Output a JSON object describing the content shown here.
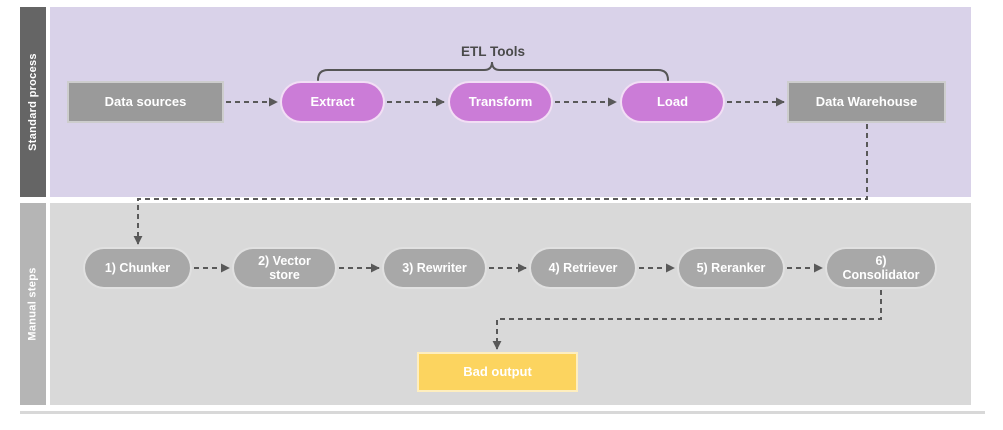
{
  "colors": {
    "lane1_bg": "#d9d2e9",
    "lane1_label_bg": "#656565",
    "lane2_bg": "#d9d9d9",
    "lane2_label_bg": "#b5b5b5",
    "etl_pill": "#cb7cd7",
    "gray_node": "#9a9a9a",
    "manual_pill": "#a8a8a8",
    "bad_output_bg": "#fcd45f",
    "connector": "#595959"
  },
  "diagram": {
    "lanes": [
      {
        "label": "Standard process"
      },
      {
        "label": "Manual steps"
      }
    ],
    "bracket": {
      "label": "ETL Tools",
      "spans": [
        "Extract",
        "Transform",
        "Load"
      ]
    },
    "nodes": {
      "data_sources": "Data sources",
      "extract": "Extract",
      "transform": "Transform",
      "load": "Load",
      "data_warehouse": "Data Warehouse",
      "chunker": "1) Chunker",
      "vector_store": "2) Vector store",
      "rewriter": "3) Rewriter",
      "retriever": "4) Retriever",
      "reranker": "5) Reranker",
      "consolidator": "6) Consolidator",
      "bad_output": "Bad output"
    },
    "edges": [
      {
        "from": "Data sources",
        "to": "Extract",
        "style": "dashed-arrow"
      },
      {
        "from": "Extract",
        "to": "Transform",
        "style": "dashed-arrow"
      },
      {
        "from": "Transform",
        "to": "Load",
        "style": "dashed-arrow"
      },
      {
        "from": "Load",
        "to": "Data Warehouse",
        "style": "dashed-arrow"
      },
      {
        "from": "Data Warehouse",
        "to": "1) Chunker",
        "style": "dashed-arrow"
      },
      {
        "from": "1) Chunker",
        "to": "2) Vector store",
        "style": "dashed-arrow"
      },
      {
        "from": "2) Vector store",
        "to": "3) Rewriter",
        "style": "dashed-arrow"
      },
      {
        "from": "3) Rewriter",
        "to": "4) Retriever",
        "style": "dashed-arrow"
      },
      {
        "from": "4) Retriever",
        "to": "5) Reranker",
        "style": "dashed-arrow"
      },
      {
        "from": "5) Reranker",
        "to": "6) Consolidator",
        "style": "dashed-arrow"
      },
      {
        "from": "6) Consolidator",
        "to": "Bad output",
        "style": "dashed-arrow"
      }
    ]
  }
}
